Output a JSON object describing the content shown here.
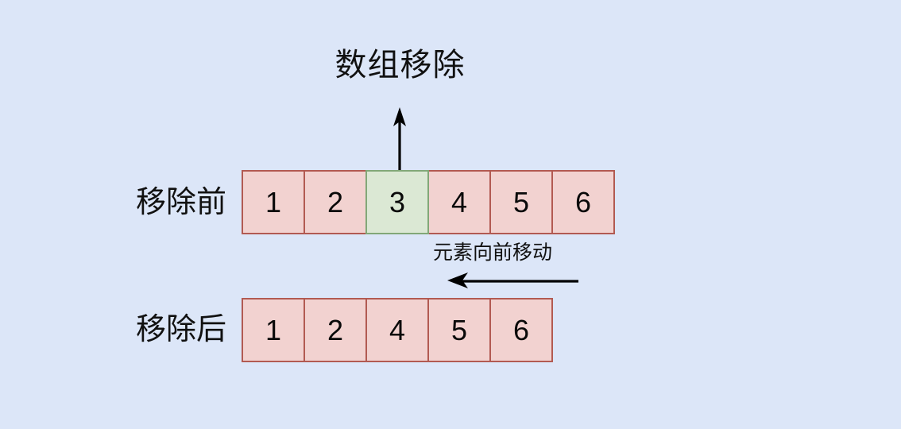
{
  "diagram": {
    "title": "数组移除",
    "background_color": "#dce6f8",
    "palette": {
      "cell_fill_normal": "#f2d2d0",
      "cell_border_normal": "#b25a52",
      "cell_fill_highlight": "#dbe8d4",
      "cell_border_highlight": "#82a878",
      "arrow_color": "#000000",
      "text_color": "#111111"
    },
    "rows": [
      {
        "id": "before",
        "label": "移除前",
        "cells": [
          {
            "value": "1",
            "state": "normal"
          },
          {
            "value": "2",
            "state": "normal"
          },
          {
            "value": "3",
            "state": "highlight"
          },
          {
            "value": "4",
            "state": "normal"
          },
          {
            "value": "5",
            "state": "normal"
          },
          {
            "value": "6",
            "state": "normal"
          }
        ]
      },
      {
        "id": "after",
        "label": "移除后",
        "cells": [
          {
            "value": "1",
            "state": "normal"
          },
          {
            "value": "2",
            "state": "normal"
          },
          {
            "value": "4",
            "state": "normal"
          },
          {
            "value": "5",
            "state": "normal"
          },
          {
            "value": "6",
            "state": "normal"
          }
        ]
      }
    ],
    "annotations": {
      "removal_arrow": {
        "name": "removal-up-arrow",
        "direction": "up",
        "target_value": "3"
      },
      "shift_note": {
        "text": "元素向前移动",
        "arrow_direction": "left"
      }
    }
  }
}
